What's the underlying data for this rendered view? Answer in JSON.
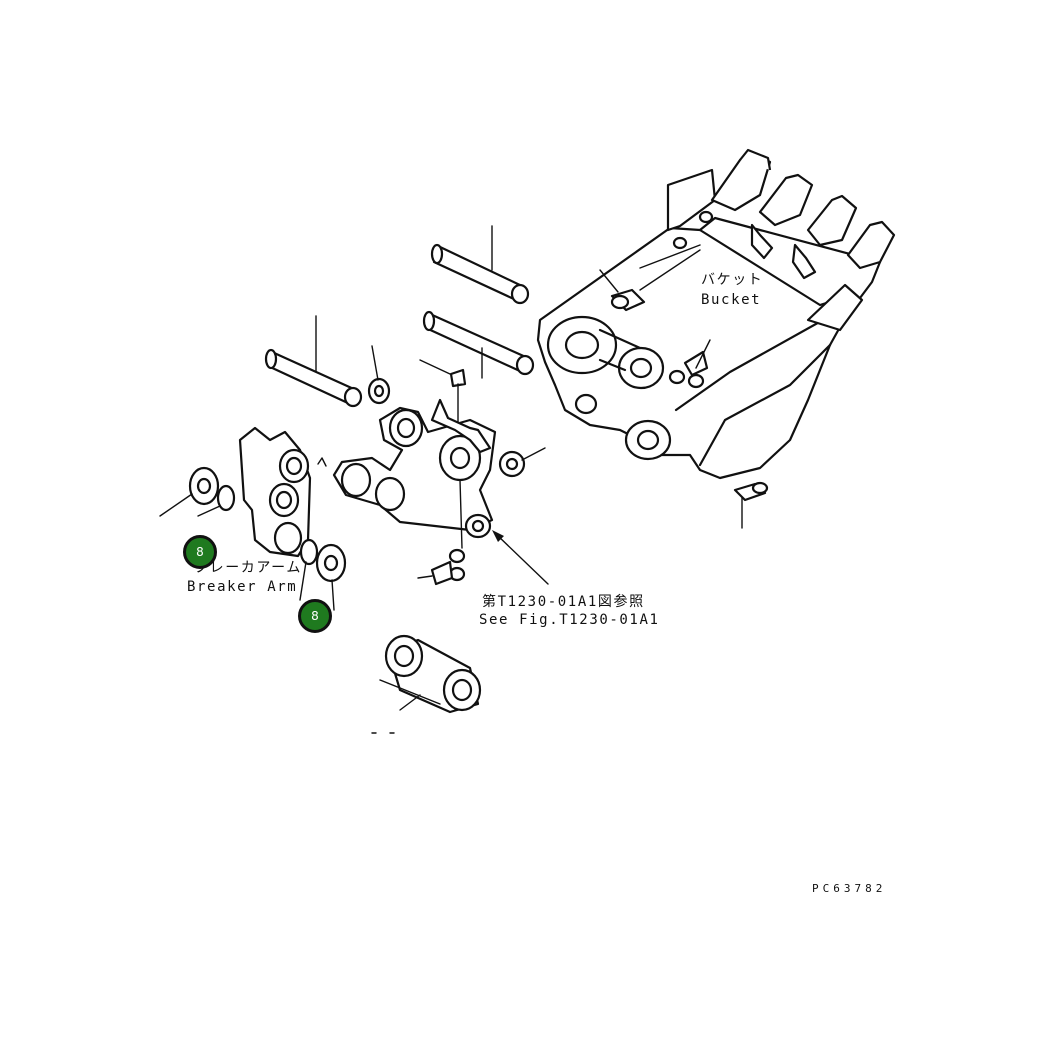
{
  "labels": {
    "bucket_jp": "バケット",
    "bucket_en": "Bucket",
    "breaker_arm_jp": "ブレーカアーム",
    "breaker_arm_en": "Breaker Arm",
    "see_fig_jp": "第T1230-01A1図参照",
    "see_fig_en": "See Fig.T1230-01A1",
    "drawing_code": "PC63782"
  },
  "callouts": [
    {
      "number": "8",
      "color": "#1f7a1f"
    },
    {
      "number": "8",
      "color": "#1f7a1f"
    }
  ]
}
